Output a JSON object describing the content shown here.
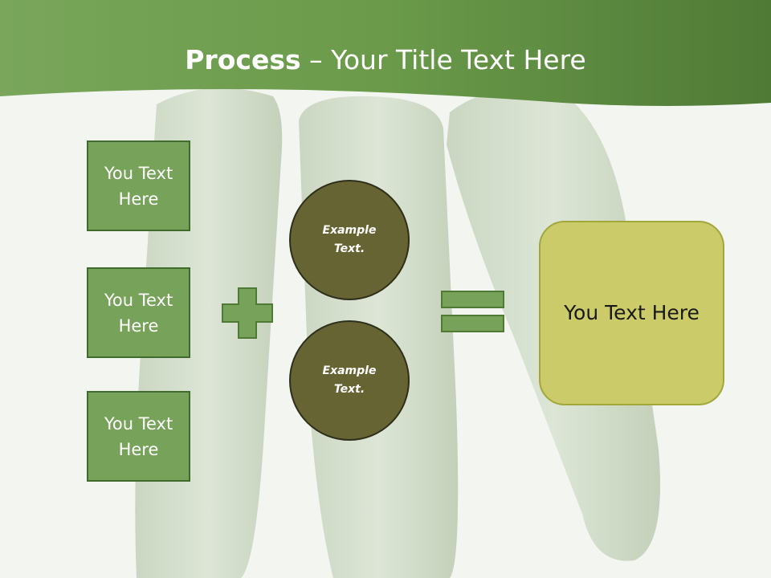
{
  "slide": {
    "title_bold": "Process",
    "title_rest": " – Your Title Text Here",
    "left_boxes": [
      {
        "label": "You Text Here"
      },
      {
        "label": "You Text Here"
      },
      {
        "label": "You Text Here"
      }
    ],
    "circles": [
      {
        "label": "Example Text."
      },
      {
        "label": "Example Text."
      }
    ],
    "result_label": "You Text Here"
  },
  "colors": {
    "header_green": "#6d9a4c",
    "box_green": "#77a25a",
    "circle_olive": "#666432",
    "result_yellow": "#cbcb69"
  },
  "icons": {
    "plus": "plus-icon",
    "equals": "equals-icon"
  }
}
